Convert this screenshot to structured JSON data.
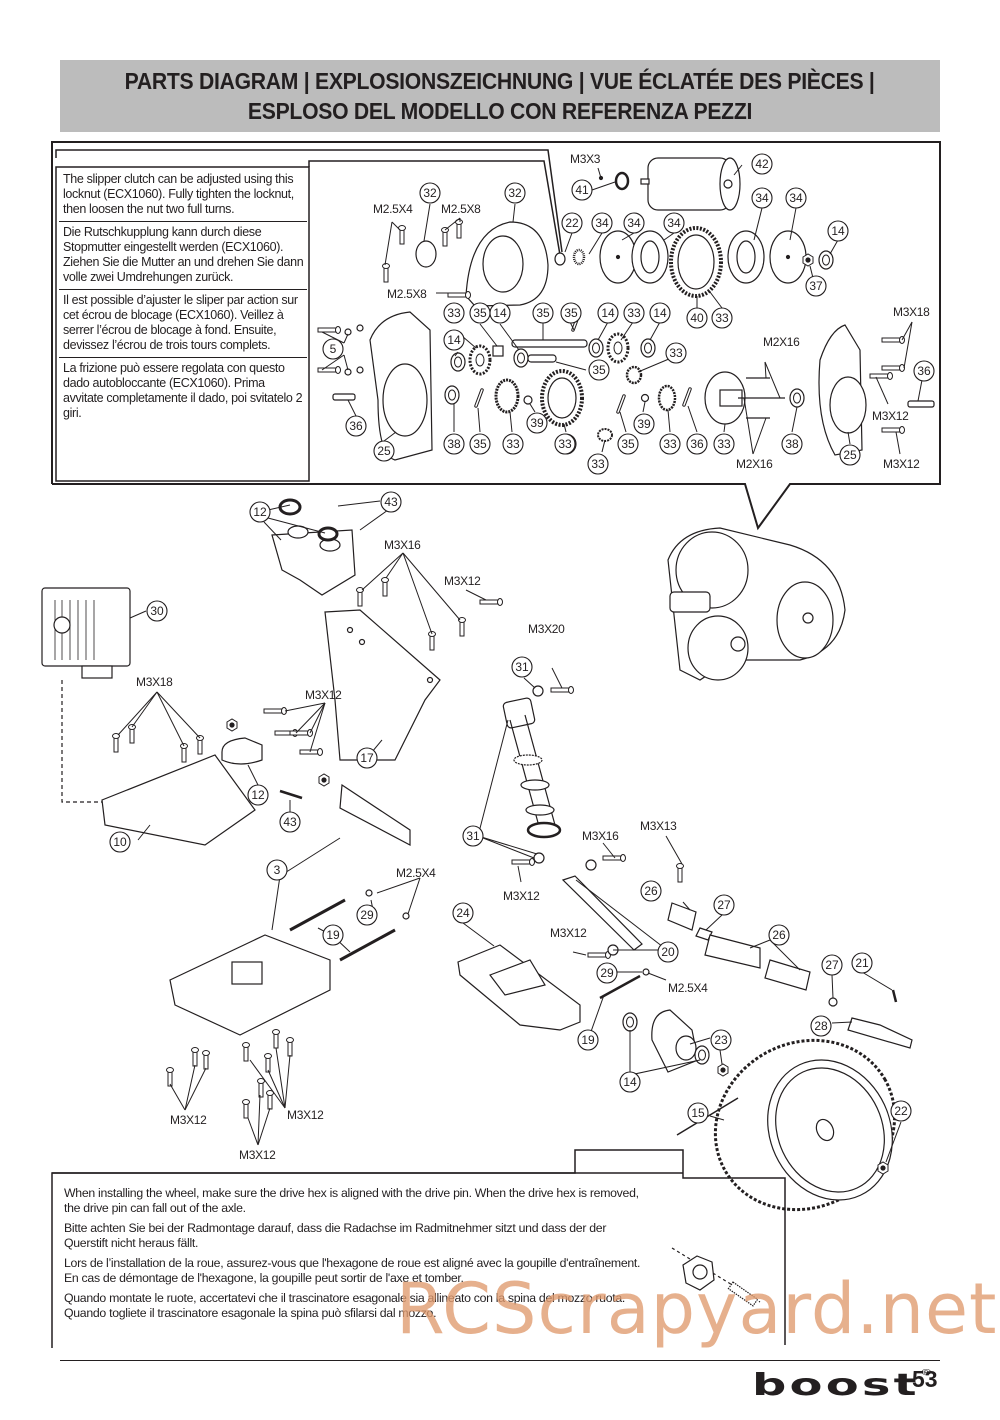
{
  "header": {
    "title_line1": "PARTS DIAGRAM | EXPLOSIONSZEICHNUNG | VUE ÉCLATÉE DES PIÈCES |",
    "title_line2": "ESPLOSO DEL MODELLO CON REFERENZA PEZZI"
  },
  "slipper_note": {
    "en": "The slipper clutch can be adjusted using this locknut (ECX1060). Fully tighten the locknut, then loosen the nut two full turns.",
    "de": "Die Rutschkupplung kann durch diese Stopmutter eingestellt werden (ECX1060). Ziehen Sie die Mutter an und drehen Sie dann volle zwei Umdrehungen zurück.",
    "fr": "Il est possible d’ajuster le sliper par action sur cet écrou de blocage (ECX1060). Veillez à serrer l’écrou de blocage à fond. Ensuite, devissez l’écrou de trois tours complets.",
    "it": "La frizione può essere regolata con questo dado autobloccante (ECX1060). Prima avvitate completamente il dado, poi svitatelo 2 giri."
  },
  "wheel_note": {
    "en": "When installing the wheel, make sure the drive hex is aligned with the drive pin. When the drive hex is removed, the drive pin can fall out of the axle.",
    "de": "Bitte achten Sie bei der Radmontage darauf, dass die Radachse im Radmitnehmer sitzt und dass der der Querstift nicht heraus fällt.",
    "fr": "Lors de l’installation de la roue, assurez-vous que l'hexagone de roue est aligné avec la goupille d'entraînement. En cas de démontage de l'hexagone, la goupille peut sortir de l'axe et tomber.",
    "it": "Quando montate le ruote, accertatevi che il trascinatore esagonale sia allineato con la spina del mozzo ruota. Quando togliete il trascinatore esagonale la spina può sfilarsi dal mozzo."
  },
  "gearbox_callouts": {
    "labels": [
      "M3X3",
      "M2.5X4",
      "M2.5X8",
      "M2.5X8",
      "M3X18",
      "M2X16",
      "M2X16",
      "M3X12",
      "M3X12"
    ],
    "numbers": [
      "42",
      "41",
      "32",
      "32",
      "22",
      "34",
      "34",
      "34",
      "34",
      "34",
      "14",
      "37",
      "40",
      "33",
      "33",
      "35",
      "14",
      "35",
      "35",
      "14",
      "33",
      "14",
      "5",
      "14",
      "35",
      "33",
      "36",
      "38",
      "35",
      "33",
      "39",
      "33",
      "33",
      "35",
      "39",
      "33",
      "36",
      "33",
      "38",
      "25",
      "25",
      "36",
      "33"
    ]
  },
  "chassis_callouts": {
    "labels": [
      "M3X16",
      "M3X12",
      "M3X20",
      "M3X18",
      "M3X12",
      "M3X16",
      "M3X13",
      "M3X12",
      "M2.5X4",
      "M3X12",
      "M2.5X4",
      "M3X12",
      "M3X12",
      "M3X12"
    ],
    "numbers": [
      "12",
      "43",
      "30",
      "31",
      "17",
      "12",
      "43",
      "10",
      "31",
      "3",
      "26",
      "27",
      "29",
      "19",
      "24",
      "20",
      "26",
      "27",
      "21",
      "29",
      "28",
      "19",
      "23",
      "14",
      "15",
      "22"
    ]
  },
  "watermark": "RCScrapyard.net",
  "footer": {
    "brand": "boost",
    "registered": "®",
    "page_number": "53"
  }
}
